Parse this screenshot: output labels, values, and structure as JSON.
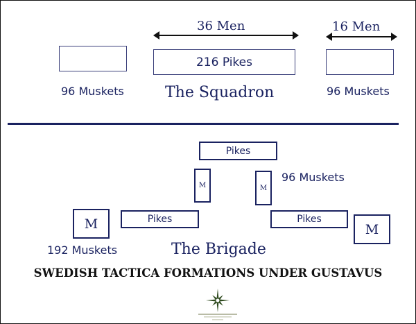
{
  "squadron": {
    "width_label": "36 Men",
    "depth_label": "16 Men",
    "pikes_label": "216 Pikes",
    "left_muskets": "96 Muskets",
    "right_muskets": "96 Muskets",
    "title": "The Squadron"
  },
  "brigade": {
    "top_pikes": "Pikes",
    "left_pikes": "Pikes",
    "right_pikes": "Pikes",
    "small_m_left": "M",
    "small_m_right": "M",
    "big_m_left": "M",
    "big_m_right": "M",
    "muskets_right": "96 Muskets",
    "muskets_left": "192 Muskets",
    "title": "The Brigade"
  },
  "caption": "SWEDISH TACTICA FORMATIONS UNDER GUSTAVUS",
  "logo": {
    "icon": "compass-star-icon",
    "color": "#2e4a1e"
  }
}
